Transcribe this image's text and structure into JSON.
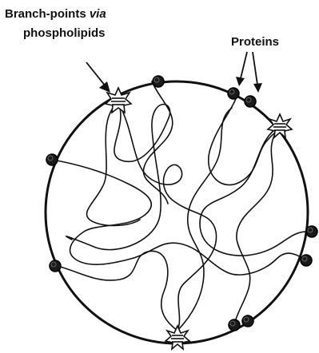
{
  "labels": {
    "branch_points_prefix": "Branch-points ",
    "branch_points_emphasis": "via",
    "phospholipids": "phospholipids",
    "proteins": "Proteins"
  },
  "colors": {
    "ink": "#111111",
    "background": "#ffffff"
  },
  "icons": {
    "branch_point": "starburst-icon",
    "protein": "dot-icon"
  }
}
